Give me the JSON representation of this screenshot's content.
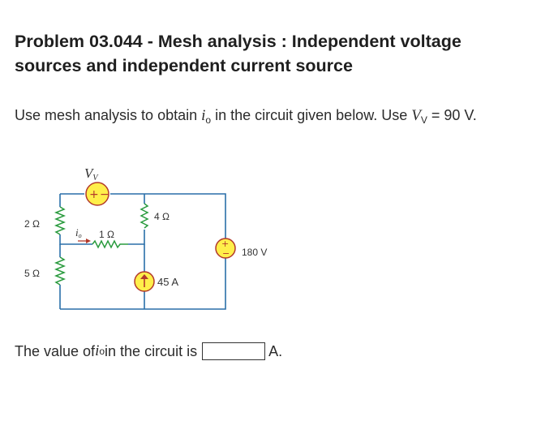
{
  "problem": {
    "title": "Problem 03.044 - Mesh analysis : Independent voltage sources and independent current source",
    "instruction_pre": "Use mesh analysis to obtain ",
    "instruction_var": "i",
    "instruction_var_sub": "o",
    "instruction_mid": " in the circuit given below. Use ",
    "instruction_vvar": "V",
    "instruction_vvar_sub": "V",
    "instruction_post": " = 90 V."
  },
  "circuit": {
    "vsource_label": "V",
    "vsource_label_sub": "V",
    "r_left_top": "2 Ω",
    "r_left_bottom": "5 Ω",
    "r_middle_horizontal": "1 Ω",
    "r_middle_vertical": "4 Ω",
    "io_label": "i",
    "io_label_sub": "o",
    "current_source_label": "45 A",
    "vsource_right_label": "180 V"
  },
  "answer": {
    "prefix": "The value of ",
    "var": "i",
    "var_sub": "o",
    "middle": " in the circuit is ",
    "value": "",
    "unit": "A."
  }
}
